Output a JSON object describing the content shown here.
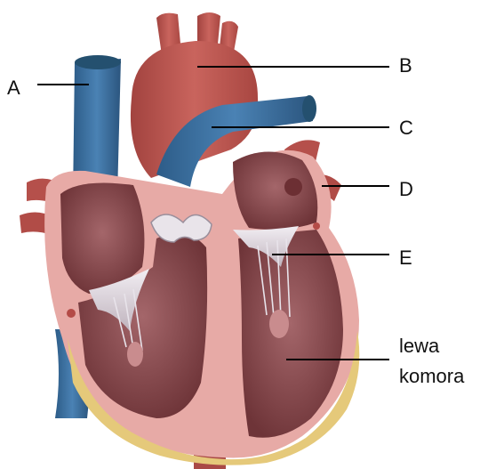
{
  "labels": {
    "a": "A",
    "b": "B",
    "c": "C",
    "d": "D",
    "e": "E",
    "left_ventricle_line1": "lewa",
    "left_ventricle_line2": "komora"
  },
  "colors": {
    "vein_blue": "#3d6f9e",
    "artery_red": "#b9504a",
    "muscle_pink": "#e7aaa6",
    "chamber_dark": "#7b3f42",
    "fat_yellow": "#e5c97a",
    "valve_white": "#e9e4ea"
  }
}
